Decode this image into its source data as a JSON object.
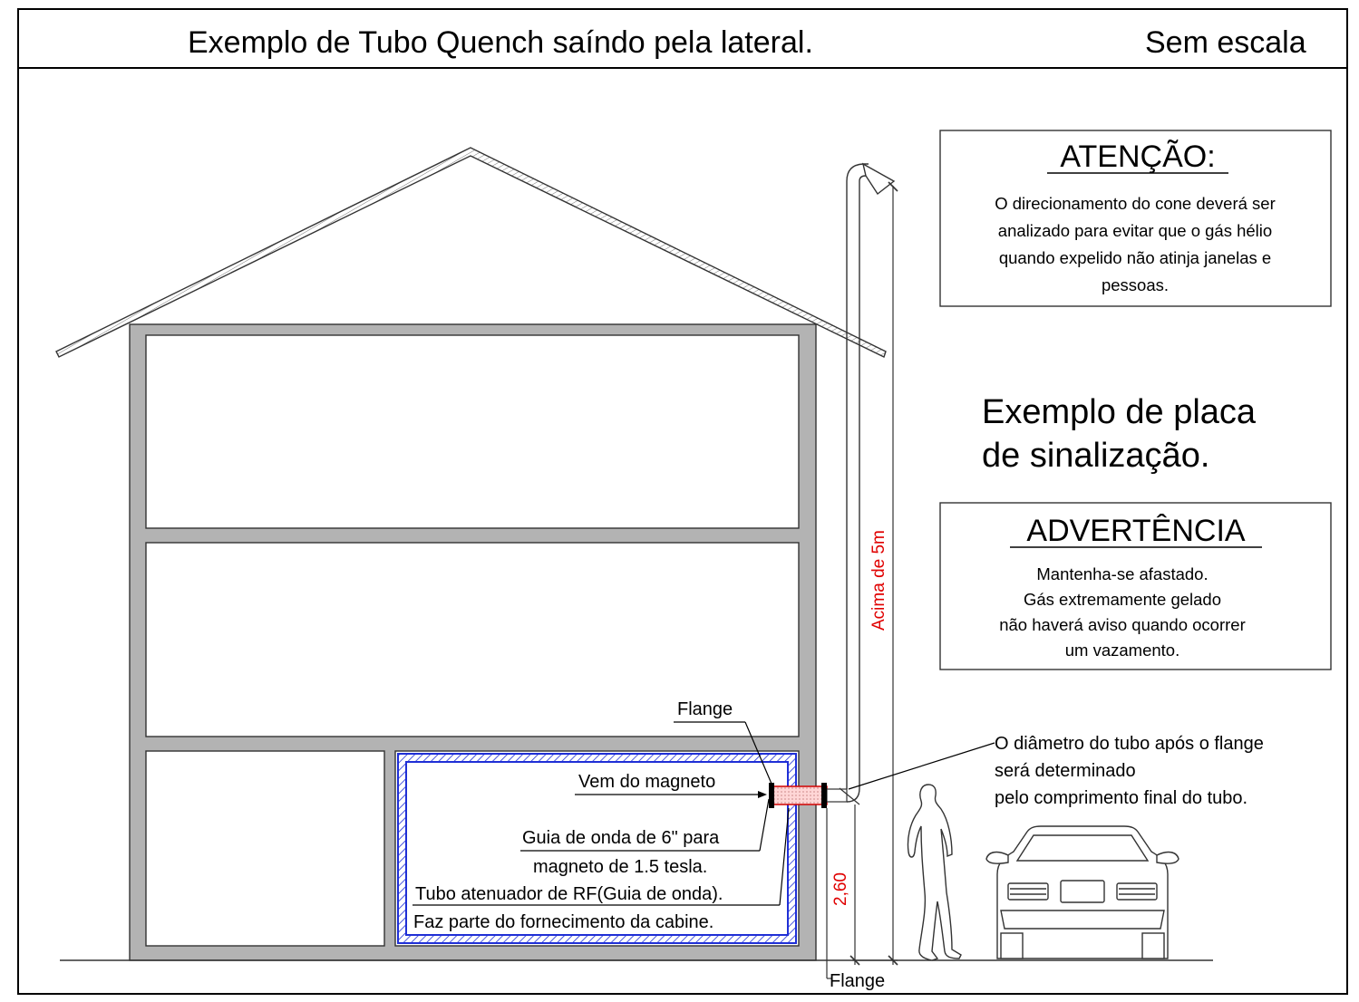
{
  "header": {
    "title": "Exemplo de Tubo Quench saíndo pela lateral.",
    "scale_note": "Sem escala"
  },
  "attention_box": {
    "heading": "ATENÇÃO:",
    "lines": [
      "O direcionamento do cone deverá ser",
      "analizado para evitar que o gás hélio",
      "quando expelido não atinja janelas e",
      "pessoas."
    ]
  },
  "sign_example": {
    "lines": [
      "Exemplo de placa",
      "de sinalização."
    ]
  },
  "warning_box": {
    "heading": "ADVERTÊNCIA",
    "lines": [
      "Mantenha-se afastado.",
      "Gás extremamente gelado",
      "não haverá aviso quando ocorrer",
      "um vazamento."
    ]
  },
  "labels": {
    "flange_top": "Flange",
    "from_magnet": "Vem do magneto",
    "waveguide_line1": "Guia de onda de 6\" para",
    "waveguide_line2": "magneto de 1.5 tesla.",
    "attenuator_line1": "Tubo atenuador de RF(Guia de onda).",
    "attenuator_line2": "Faz parte do fornecimento da cabine.",
    "flange_bottom": "Flange",
    "diameter_lines": [
      "O diâmetro do tubo após o flange",
      "será determinado",
      "pelo comprimento final do tubo."
    ]
  },
  "dimensions": {
    "height_above": "Acima de 5m",
    "height_pipe": "2,60"
  },
  "colors": {
    "dimension": "#e00000",
    "wall_fill": "#b3b3b3",
    "cabin_shield": "#1f2fd6",
    "pipe_fill": "#ffb3b3"
  }
}
